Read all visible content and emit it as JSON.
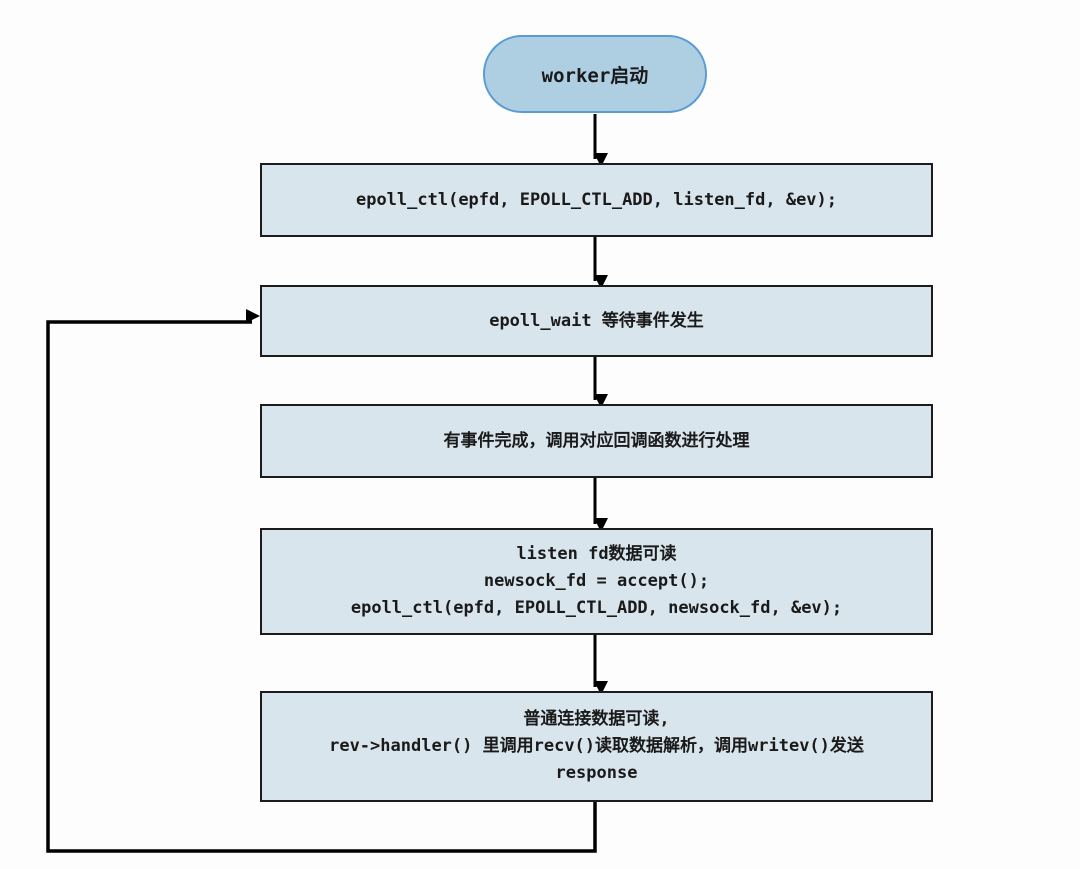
{
  "diagram": {
    "title": "worker epoll event loop flowchart",
    "colors": {
      "background": "#fdfdfd",
      "start_fill": "#aecfe2",
      "start_border": "#5b9bd5",
      "box_fill": "#d9e5ec",
      "box_border": "#1c1c1c",
      "arrow": "#000000"
    },
    "nodes": [
      {
        "id": "start",
        "type": "terminator",
        "label": "worker启动"
      },
      {
        "id": "epoll-ctl-listen",
        "type": "process",
        "label": "epoll_ctl(epfd, EPOLL_CTL_ADD, listen_fd, &ev);"
      },
      {
        "id": "epoll-wait",
        "type": "process",
        "label": "epoll_wait 等待事件发生"
      },
      {
        "id": "event-callback",
        "type": "process",
        "label": "有事件完成，调用对应回调函数进行处理"
      },
      {
        "id": "listen-fd-readable",
        "type": "process",
        "label": "listen fd数据可读\nnewsock_fd = accept();\nepoll_ctl(epfd, EPOLL_CTL_ADD, newsock_fd, &ev);"
      },
      {
        "id": "connection-readable",
        "type": "process",
        "label": "普通连接数据可读,\nrev->handler() 里调用recv()读取数据解析，调用writev()发送\nresponse"
      }
    ],
    "edges": [
      {
        "from": "start",
        "to": "epoll-ctl-listen",
        "style": "straight-down"
      },
      {
        "from": "epoll-ctl-listen",
        "to": "epoll-wait",
        "style": "straight-down"
      },
      {
        "from": "epoll-wait",
        "to": "event-callback",
        "style": "straight-down"
      },
      {
        "from": "event-callback",
        "to": "listen-fd-readable",
        "style": "straight-down"
      },
      {
        "from": "listen-fd-readable",
        "to": "connection-readable",
        "style": "straight-down"
      },
      {
        "from": "connection-readable",
        "to": "epoll-wait",
        "style": "loop-back-left"
      }
    ]
  }
}
